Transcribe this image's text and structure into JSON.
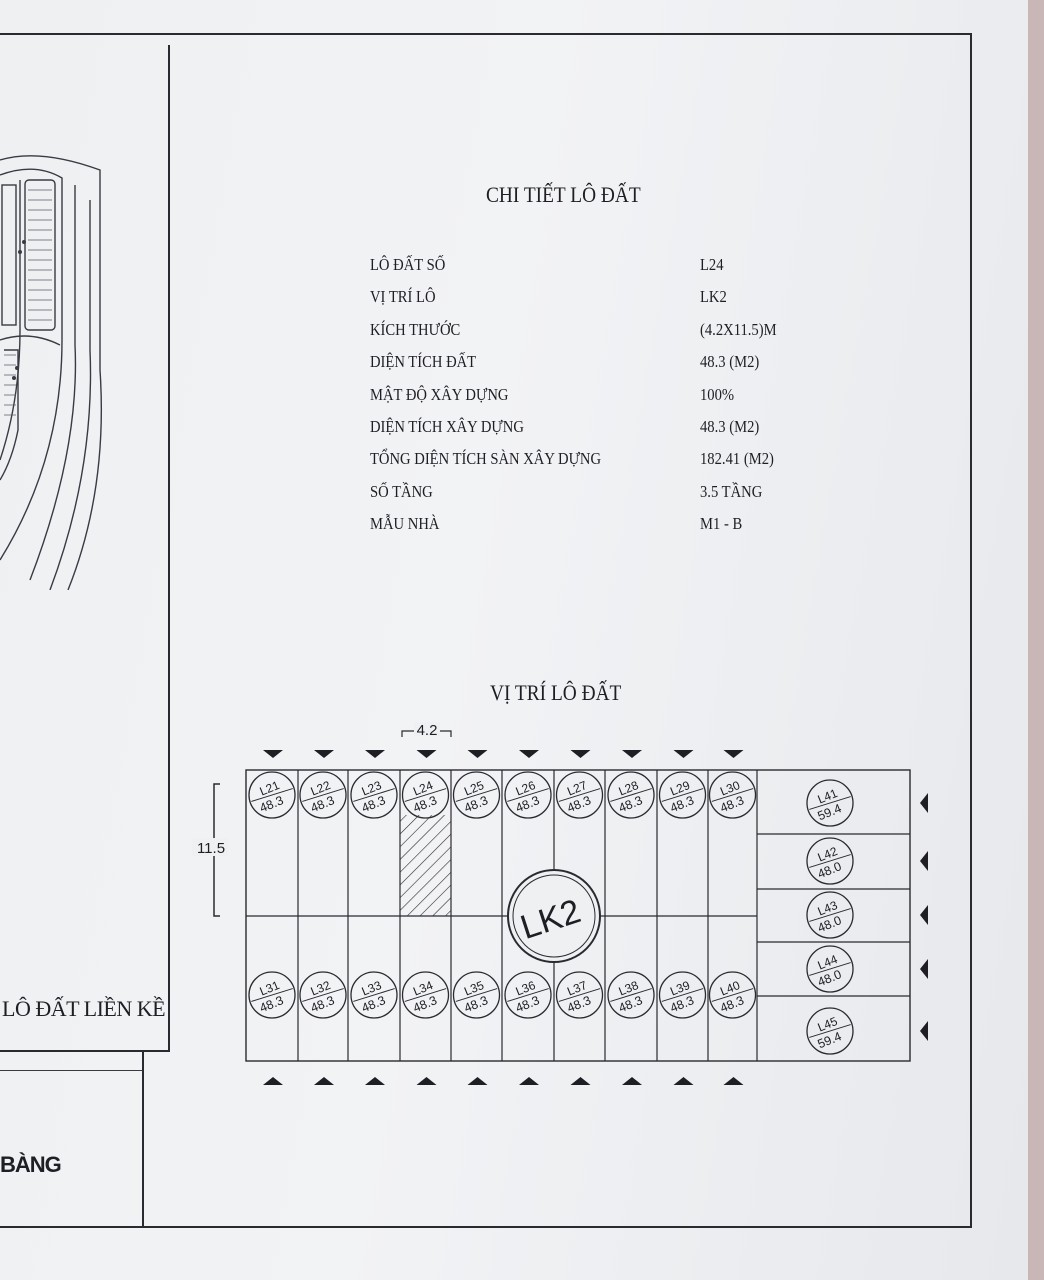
{
  "drawing": {
    "detail_title": "CHI TIẾT LÔ ĐẤT",
    "location_title": "VỊ TRÍ LÔ ĐẤT",
    "sheet_name": "LÔ ĐẤT LIỀN KỀ",
    "company_fragment": "BÀNG"
  },
  "lot_details": [
    {
      "label": "LÔ ĐẤT SỐ",
      "value": "L24"
    },
    {
      "label": "VỊ TRÍ LÔ",
      "value": "LK2"
    },
    {
      "label": "KÍCH THƯỚC",
      "value": "(4.2X11.5)M"
    },
    {
      "label": "DIỆN TÍCH ĐẤT",
      "value": "48.3 (M2)"
    },
    {
      "label": "MẬT ĐỘ XÂY DỰNG",
      "value": "100%"
    },
    {
      "label": "DIỆN TÍCH XÂY DỰNG",
      "value": "48.3 (M2)"
    },
    {
      "label": "TỔNG DIỆN TÍCH SÀN XÂY DỰNG",
      "value": "182.41 (M2)"
    },
    {
      "label": "SỐ TẦNG",
      "value": "3.5 TẦNG"
    },
    {
      "label": "MẪU NHÀ",
      "value": "M1 - B"
    }
  ],
  "site_plan": {
    "block_name": "LK2",
    "selected_lot": "L24",
    "lot_width_label": "4.2",
    "lot_depth_label": "11.5",
    "top_row": [
      {
        "id": "L21",
        "area": "48.3"
      },
      {
        "id": "L22",
        "area": "48.3"
      },
      {
        "id": "L23",
        "area": "48.3"
      },
      {
        "id": "L24",
        "area": "48.3"
      },
      {
        "id": "L25",
        "area": "48.3"
      },
      {
        "id": "L26",
        "area": "48.3"
      },
      {
        "id": "L27",
        "area": "48.3"
      },
      {
        "id": "L28",
        "area": "48.3"
      },
      {
        "id": "L29",
        "area": "48.3"
      },
      {
        "id": "L30",
        "area": "48.3"
      }
    ],
    "bottom_row": [
      {
        "id": "L31",
        "area": "48.3"
      },
      {
        "id": "L32",
        "area": "48.3"
      },
      {
        "id": "L33",
        "area": "48.3"
      },
      {
        "id": "L34",
        "area": "48.3"
      },
      {
        "id": "L35",
        "area": "48.3"
      },
      {
        "id": "L36",
        "area": "48.3"
      },
      {
        "id": "L37",
        "area": "48.3"
      },
      {
        "id": "L38",
        "area": "48.3"
      },
      {
        "id": "L39",
        "area": "48.3"
      },
      {
        "id": "L40",
        "area": "48.3"
      }
    ],
    "end_column": [
      {
        "id": "L41",
        "area": "59.4"
      },
      {
        "id": "L42",
        "area": "48.0"
      },
      {
        "id": "L43",
        "area": "48.0"
      },
      {
        "id": "L44",
        "area": "48.0"
      },
      {
        "id": "L45",
        "area": "59.4"
      }
    ]
  }
}
